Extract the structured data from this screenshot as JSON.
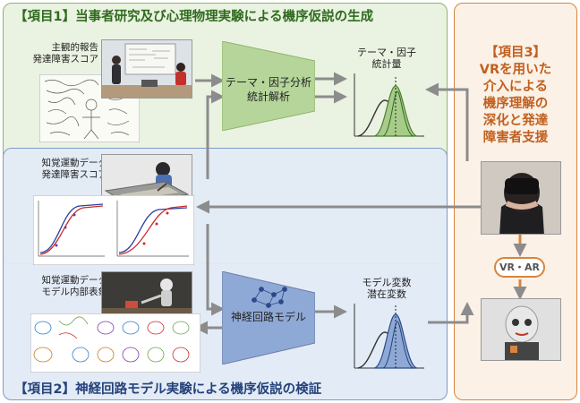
{
  "section1": {
    "title": "【項目1】当事者研究及び心理物理実験による機序仮説の生成",
    "label_reports": [
      "主観的報告",
      "発達障害スコア"
    ],
    "funnel_label": [
      "テーマ・因子分析",
      "統計解析"
    ],
    "output_label": [
      "テーマ・因子",
      "統計量"
    ]
  },
  "section2": {
    "title": "【項目2】神経回路モデル実験による機序仮説の検証",
    "label_perception": [
      "知覚運動データ",
      "発達障害スコア"
    ],
    "label_model": [
      "知覚運動データ",
      "モデル内部表象"
    ],
    "funnel_label": "神経回路モデル",
    "output_label": [
      "モデル変数",
      "潜在変数"
    ]
  },
  "section3": {
    "title": [
      "【項目3】",
      "VRを用いた",
      "介入による",
      "機序理解の",
      "深化と発達",
      "障害者支援"
    ],
    "pill_label": "VR・AR"
  },
  "colors": {
    "green_panel": "#eaf2e1",
    "green_border": "#8fb56b",
    "green_text": "#2f6b1e",
    "blue_panel": "#e2eaf6",
    "blue_border": "#7f9bc7",
    "blue_text": "#24427a",
    "orange_panel": "#fbf1e7",
    "orange_border": "#d9853b",
    "orange_text": "#c1601f"
  }
}
